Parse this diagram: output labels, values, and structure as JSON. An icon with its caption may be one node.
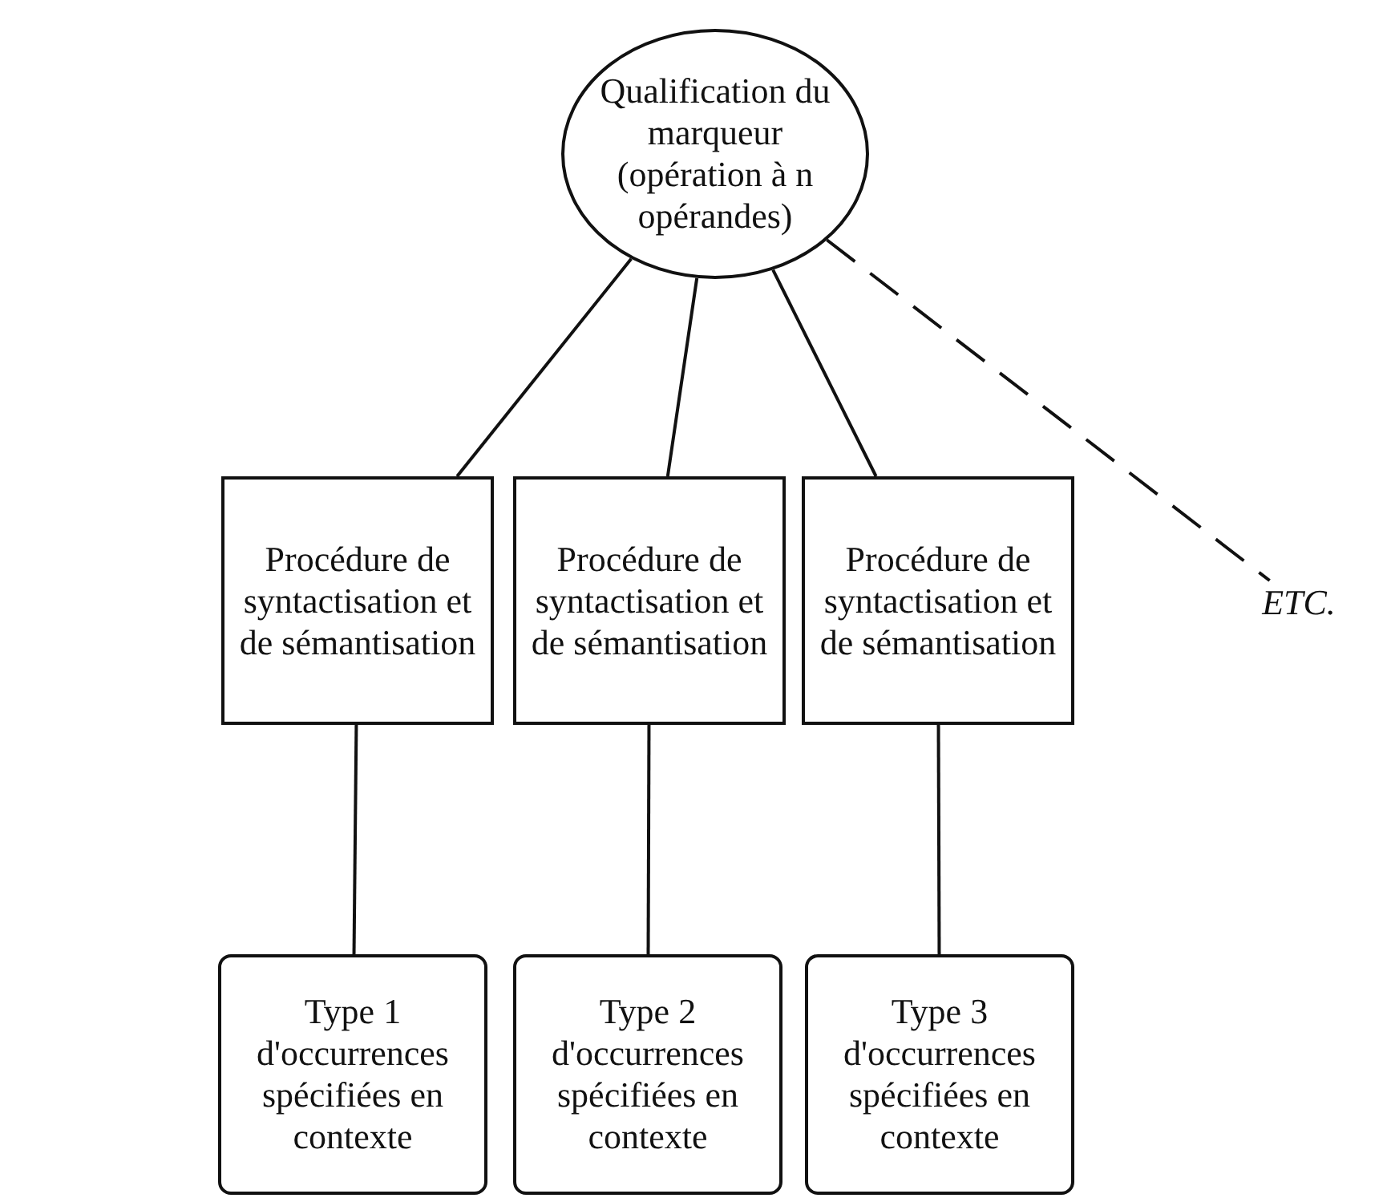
{
  "diagram": {
    "nodes": [
      {
        "text": [
          "Qualification du marqueur (opération à n opérandes)"
        ]
      },
      {
        "text": [
          "Procédure de syntactisation et de sémantisation"
        ]
      },
      {
        "text": [
          "Procédure de syntactisation et de sémantisation"
        ]
      },
      {
        "text": [
          "Procédure de syntactisation et de sémantisation"
        ]
      },
      {
        "text": [
          "Type 1 d'occurrences spécifiées en contexte"
        ]
      },
      {
        "text": [
          "Type 2 d'occurrences spécifiées en contexte"
        ]
      },
      {
        "text": [
          "Type 3 d'occurrences spécifiées en contexte"
        ]
      },
      {
        "text": [
          "ETC."
        ]
      }
    ],
    "edges": [
      {
        "from": 0,
        "to": 1,
        "arrow": "none"
      },
      {
        "from": 0,
        "to": 2,
        "arrow": "none"
      },
      {
        "from": 0,
        "to": 3,
        "arrow": "none"
      },
      {
        "from": 0,
        "to": 7,
        "arrow": "none",
        "style": "dashed"
      },
      {
        "from": 1,
        "to": 4,
        "arrow": "none"
      },
      {
        "from": 2,
        "to": 5,
        "arrow": "none"
      },
      {
        "from": 3,
        "to": 6,
        "arrow": "none"
      }
    ]
  }
}
